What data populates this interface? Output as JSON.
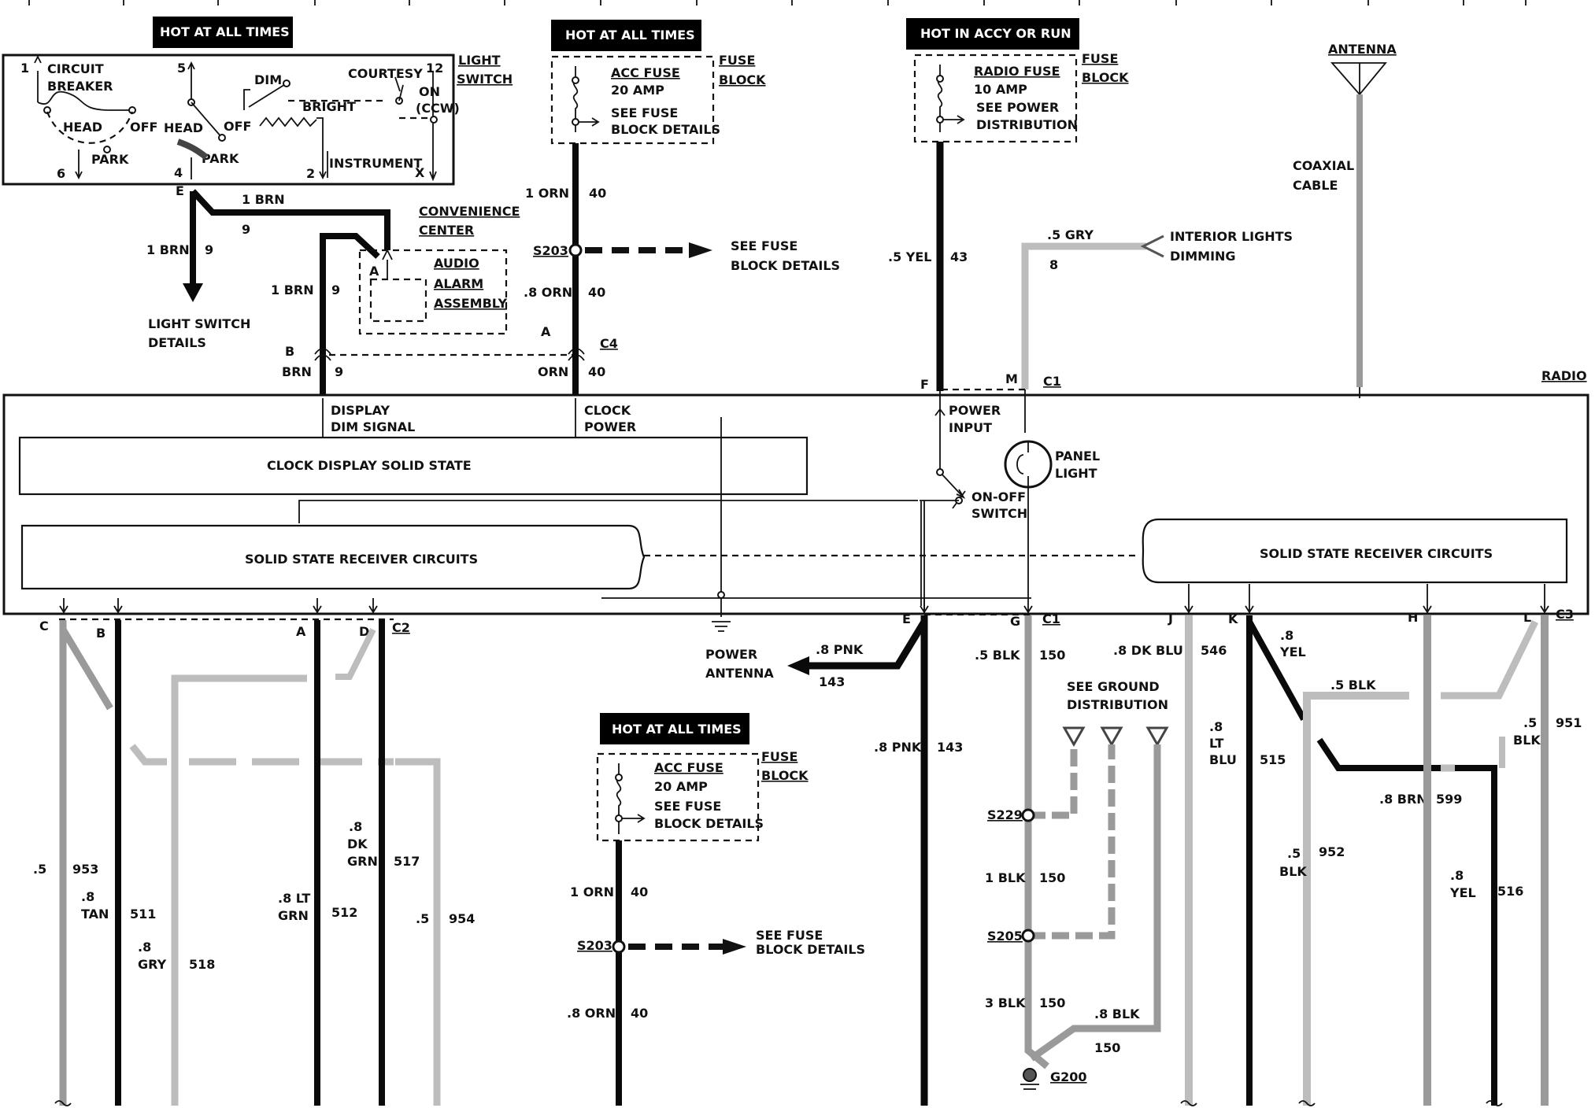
{
  "diagram": {
    "radio_label": "RADIO",
    "header_hot_at_all_times_1": "HOT AT ALL TIMES",
    "header_hot_at_all_times_2": "HOT AT ALL TIMES",
    "header_hot_at_all_times_3": "HOT AT ALL TIMES",
    "header_hot_in_accy_or_run": "HOT IN ACCY OR RUN",
    "light_switch": {
      "label_1": "LIGHT",
      "label_2": "SWITCH",
      "circuit_breaker_1": "CIRCUIT",
      "circuit_breaker_2": "BREAKER",
      "head_1": "HEAD",
      "off_1": "OFF",
      "head_2": "HEAD",
      "off_2": "OFF",
      "park_1": "PARK",
      "park_2": "PARK",
      "dim": "DIM",
      "bright": "BRIGHT",
      "instrument": "INSTRUMENT",
      "courtesy": "COURTESY",
      "on": "ON",
      "ccw": "(CCW)",
      "pin_1": "1",
      "pin_5": "5",
      "pin_12": "12",
      "pin_6": "6",
      "pin_4": "4",
      "pin_2": "2",
      "pin_x": "X"
    },
    "fuse_block_1": {
      "fuse_name": "ACC FUSE",
      "amp": "20 AMP",
      "note_1": "SEE FUSE",
      "note_2": "BLOCK DETAILS",
      "label_1": "FUSE",
      "label_2": "BLOCK"
    },
    "fuse_block_2": {
      "fuse_name": "RADIO FUSE",
      "amp": "10 AMP",
      "note_1": "SEE POWER",
      "note_2": "DISTRIBUTION",
      "label_1": "FUSE",
      "label_2": "BLOCK"
    },
    "fuse_block_3": {
      "fuse_name": "ACC FUSE",
      "amp": "20 AMP",
      "note_1": "SEE FUSE",
      "note_2": "BLOCK DETAILS",
      "label_1": "FUSE",
      "label_2": "BLOCK"
    },
    "antenna": {
      "label": "ANTENNA",
      "cable_1": "COAXIAL",
      "cable_2": "CABLE"
    },
    "convenience_center_1": "CONVENIENCE",
    "convenience_center_2": "CENTER",
    "audio_alarm_1": "AUDIO",
    "audio_alarm_2": "ALARM",
    "audio_alarm_3": "ASSEMBLY",
    "light_switch_details_1": "LIGHT SWITCH",
    "light_switch_details_2": "DETAILS",
    "interior_lights_1": "INTERIOR LIGHTS",
    "interior_lights_2": "DIMMING",
    "see_fuse_block_details_1a": "SEE FUSE",
    "see_fuse_block_details_1b": "BLOCK DETAILS",
    "see_fuse_block_details_2a": "SEE FUSE",
    "see_fuse_block_details_2b": "BLOCK DETAILS",
    "see_ground_1": "SEE GROUND",
    "see_ground_2": "DISTRIBUTION",
    "power_antenna_1": "POWER",
    "power_antenna_2": "ANTENNA",
    "radio_internal": {
      "display_dim_1": "DISPLAY",
      "display_dim_2": "DIM SIGNAL",
      "clock_power_1": "CLOCK",
      "clock_power_2": "POWER",
      "power_input_1": "POWER",
      "power_input_2": "INPUT",
      "panel_light_1": "PANEL",
      "panel_light_2": "LIGHT",
      "on_off_1": "ON-OFF",
      "on_off_2": "SWITCH",
      "clock_display": "CLOCK DISPLAY SOLID STATE",
      "receiver_left": "SOLID STATE RECEIVER CIRCUITS",
      "receiver_right": "SOLID STATE RECEIVER CIRCUITS"
    },
    "splices": {
      "s203_top": "S203",
      "s203_bottom": "S203",
      "s229": "S229",
      "s205": "S205",
      "g200": "G200"
    },
    "connectors": {
      "c4": "C4",
      "c1_top": "C1",
      "c1_bottom": "C1",
      "c2": "C2",
      "c3": "C3"
    },
    "pins": {
      "e_top": "E",
      "a_alarm": "A",
      "a_c4": "A",
      "b_c4": "B",
      "f": "F",
      "m": "M",
      "c": "C",
      "b_bottom": "B",
      "a_bottom": "A",
      "d": "D",
      "e_bottom": "E",
      "g": "G",
      "j": "J",
      "k": "K",
      "h": "H",
      "l": "L"
    },
    "wires": {
      "w1_brn_top": "1 BRN",
      "w1_9_top": "9",
      "w1_brn_left": "1 BRN",
      "w1_9_left": "9",
      "w1_brn_mid": "1 BRN",
      "w1_9_mid": "9",
      "w_b_brn": "BRN",
      "w_b_9": "9",
      "w_1orn_top": "1 ORN",
      "w_40_top": "40",
      "w_8orn_top": ".8 ORN",
      "w_40_mid": "40",
      "w_orn": "ORN",
      "w_40_c4": "40",
      "w_5yel": ".5 YEL",
      "w_43": "43",
      "w_5gry": ".5 GRY",
      "w_8": "8",
      "w_8pnk_ant": ".8 PNK",
      "w_143_ant": "143",
      "w_8pnk": ".8 PNK",
      "w_143": "143",
      "w_5blk_g": ".5 BLK",
      "w_150_g": "150",
      "w_8dkblu": ".8 DK BLU",
      "w_546": "546",
      "w_8_k": ".8",
      "w_yel_k": "YEL",
      "w_5blk_k": ".5 BLK",
      "w_8_ltblu": ".8",
      "w_lt_ltblu": "LT",
      "w_blu_ltblu": "BLU",
      "w_515": "515",
      "w_5_952": ".5",
      "w_blk_952": "BLK",
      "w_952": "952",
      "w_8brn": ".8 BRN",
      "w_599": "599",
      "w_8_516": ".8",
      "w_yel_516": "YEL",
      "w_516": "516",
      "w_5_951": ".5",
      "w_blk_951": "BLK",
      "w_951": "951",
      "w_5_953": ".5",
      "w_953": "953",
      "w_8_tan": ".8",
      "w_tan": "TAN",
      "w_511": "511",
      "w_8_gry": ".8",
      "w_gry": "GRY",
      "w_518": "518",
      "w_8ltgrn_1": ".8 LT",
      "w_8ltgrn_2": "GRN",
      "w_512": "512",
      "w_8dkgrn_1": ".8",
      "w_8dkgrn_2": "DK",
      "w_8dkgrn_3": "GRN",
      "w_517": "517",
      "w_5_954": ".5",
      "w_954": "954",
      "w_1orn_bot": "1 ORN",
      "w_40_bot1": "40",
      "w_8orn_bot": ".8 ORN",
      "w_40_bot2": "40",
      "w_1blk": "1 BLK",
      "w_150_1": "150",
      "w_3blk": "3 BLK",
      "w_150_2": "150",
      "w_8blk": ".8 BLK",
      "w_150_3": "150"
    }
  }
}
